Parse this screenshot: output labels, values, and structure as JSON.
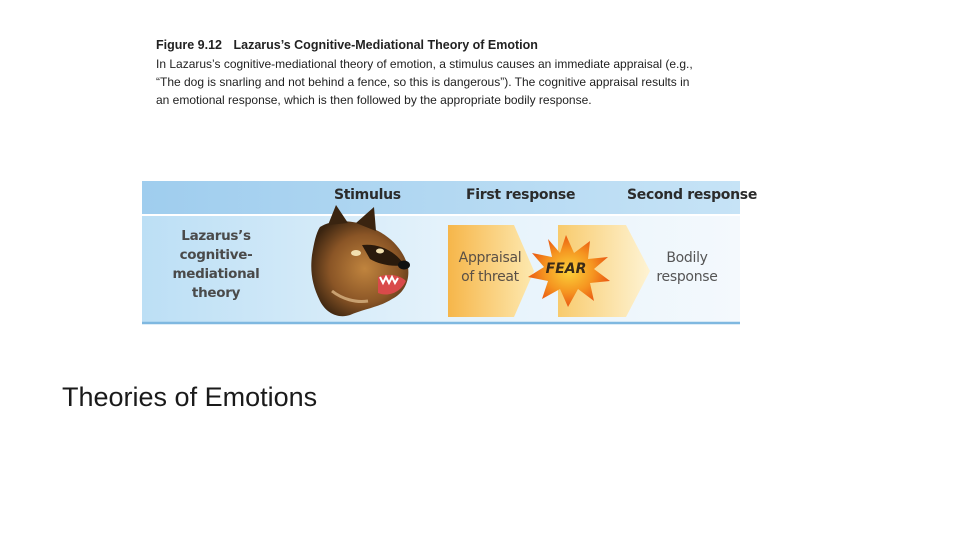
{
  "figure": {
    "number": "Figure 9.12",
    "title": "Lazarus’s Cognitive-Mediational Theory of Emotion",
    "body_lines": [
      "In Lazarus’s cognitive-mediational theory of emotion, a stimulus causes an immediate appraisal (e.g.,",
      "“The dog is snarling and not behind a fence, so this is dangerous”). The cognitive appraisal results in",
      "an emotional response, which is then followed by the appropriate bodily response."
    ]
  },
  "diagram": {
    "headers": {
      "stimulus": "Stimulus",
      "first": "First response",
      "second": "Second response"
    },
    "theory_label": [
      "Lazarus’s",
      "cognitive-mediational",
      "theory"
    ],
    "appraisal_label": [
      "Appraisal",
      "of threat"
    ],
    "emotion_label": "FEAR",
    "bodily_label": [
      "Bodily",
      "response"
    ],
    "colors": {
      "header_band": "#a9d3ef",
      "body_band": "#d9ecf8",
      "arrow": "#f8c45a",
      "starburst": "#f07a1e",
      "rule": "#7fb8e0"
    },
    "icons": {
      "stimulus": "snarling-dog-icon"
    }
  },
  "slide": {
    "title": "Theories of Emotions"
  }
}
